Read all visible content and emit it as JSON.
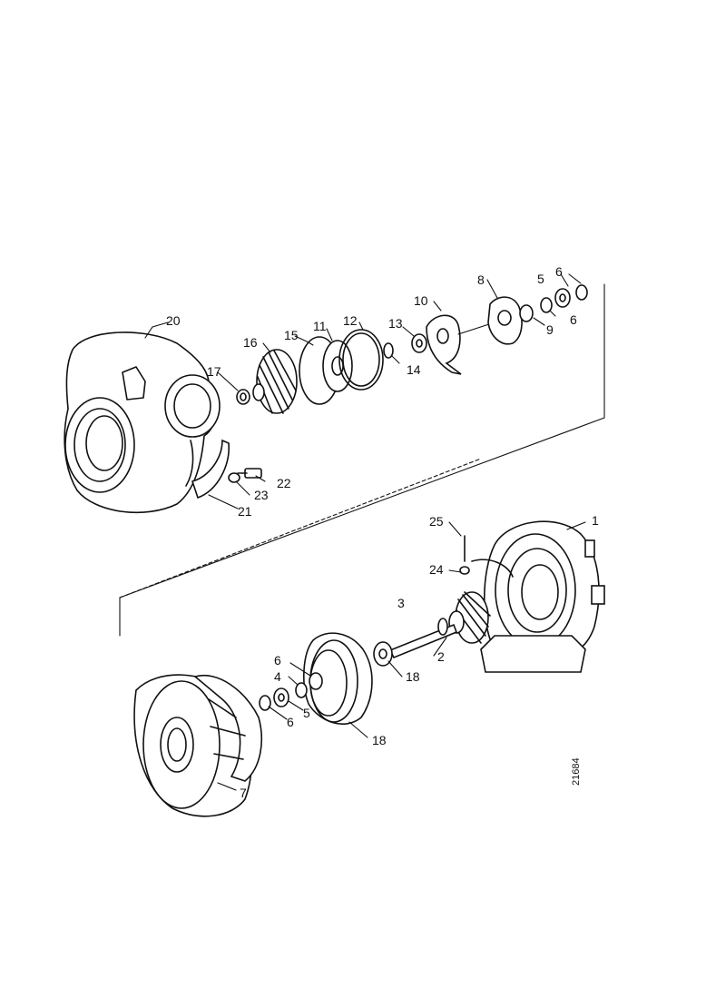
{
  "figure_code": "21684",
  "callouts": {
    "c1": "1",
    "c2": "2",
    "c3": "3",
    "c4": "4",
    "c5a": "5",
    "c5b": "5",
    "c6a": "6",
    "c6b": "6",
    "c6c": "6",
    "c6d": "6",
    "c7": "7",
    "c8": "8",
    "c9": "9",
    "c10": "10",
    "c11": "11",
    "c12": "12",
    "c13": "13",
    "c14": "14",
    "c15": "15",
    "c16": "16",
    "c17": "17",
    "c18a": "18",
    "c18b": "18",
    "c20": "20",
    "c21": "21",
    "c22": "22",
    "c23": "23",
    "c24": "24",
    "c25": "25"
  }
}
